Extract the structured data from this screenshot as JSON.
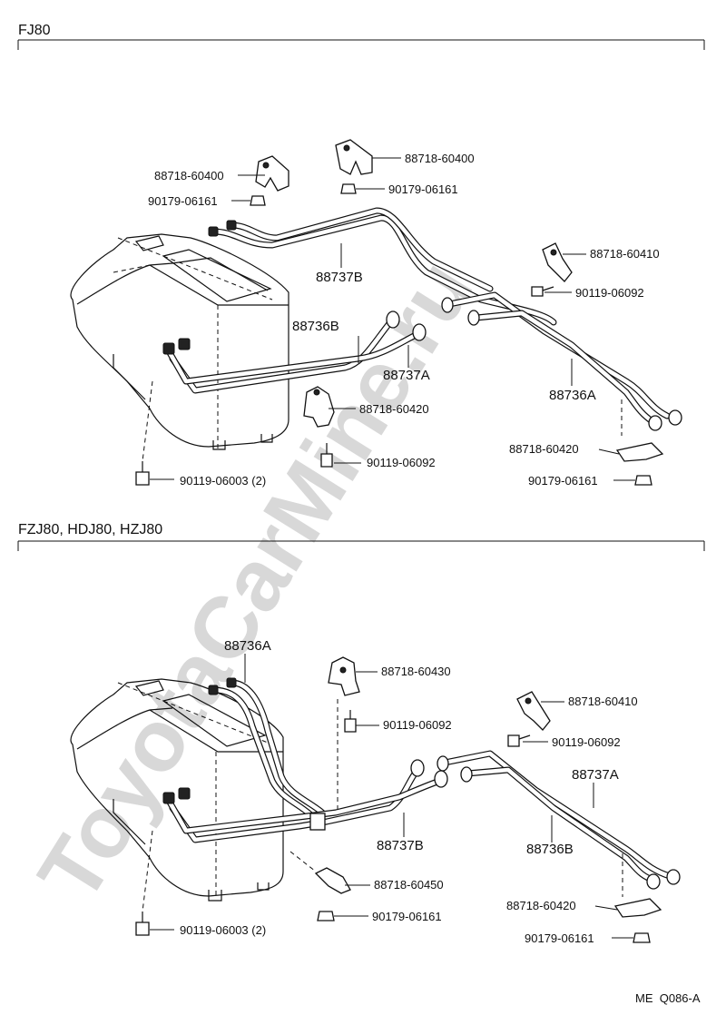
{
  "watermark": "ToyotaCarMine.ru",
  "footer_code": "ME  Q086-A",
  "sections": [
    {
      "title": "FJ80",
      "labels": {
        "clamp_a": "88718-60400",
        "nut_a": "90179-06161",
        "clamp_b": "88718-60400",
        "nut_b": "90179-06161",
        "pipe_b": "88737B",
        "clamp_c": "88718-60410",
        "bolt_c": "90119-06092",
        "pipe_36b": "88736B",
        "pipe_37a": "88737A",
        "pipe_36a": "88736A",
        "clamp_d": "88718-60420",
        "bolt_d": "90119-06092",
        "clamp_e": "88718-60420",
        "nut_e": "90179-06161",
        "bolt_main": "90119-06003 (2)"
      }
    },
    {
      "title": "FZJ80, HDJ80, HZJ80",
      "labels": {
        "pipe_36a": "88736A",
        "clamp_a": "88718-60430",
        "bolt_a": "90119-06092",
        "clamp_b": "88718-60410",
        "bolt_b": "90119-06092",
        "pipe_37a": "88737A",
        "pipe_37b": "88737B",
        "pipe_36b": "88736B",
        "clamp_c": "88718-60450",
        "nut_c": "90179-06161",
        "clamp_d": "88718-60420",
        "nut_d": "90179-06161",
        "bolt_main": "90119-06003 (2)"
      }
    }
  ]
}
